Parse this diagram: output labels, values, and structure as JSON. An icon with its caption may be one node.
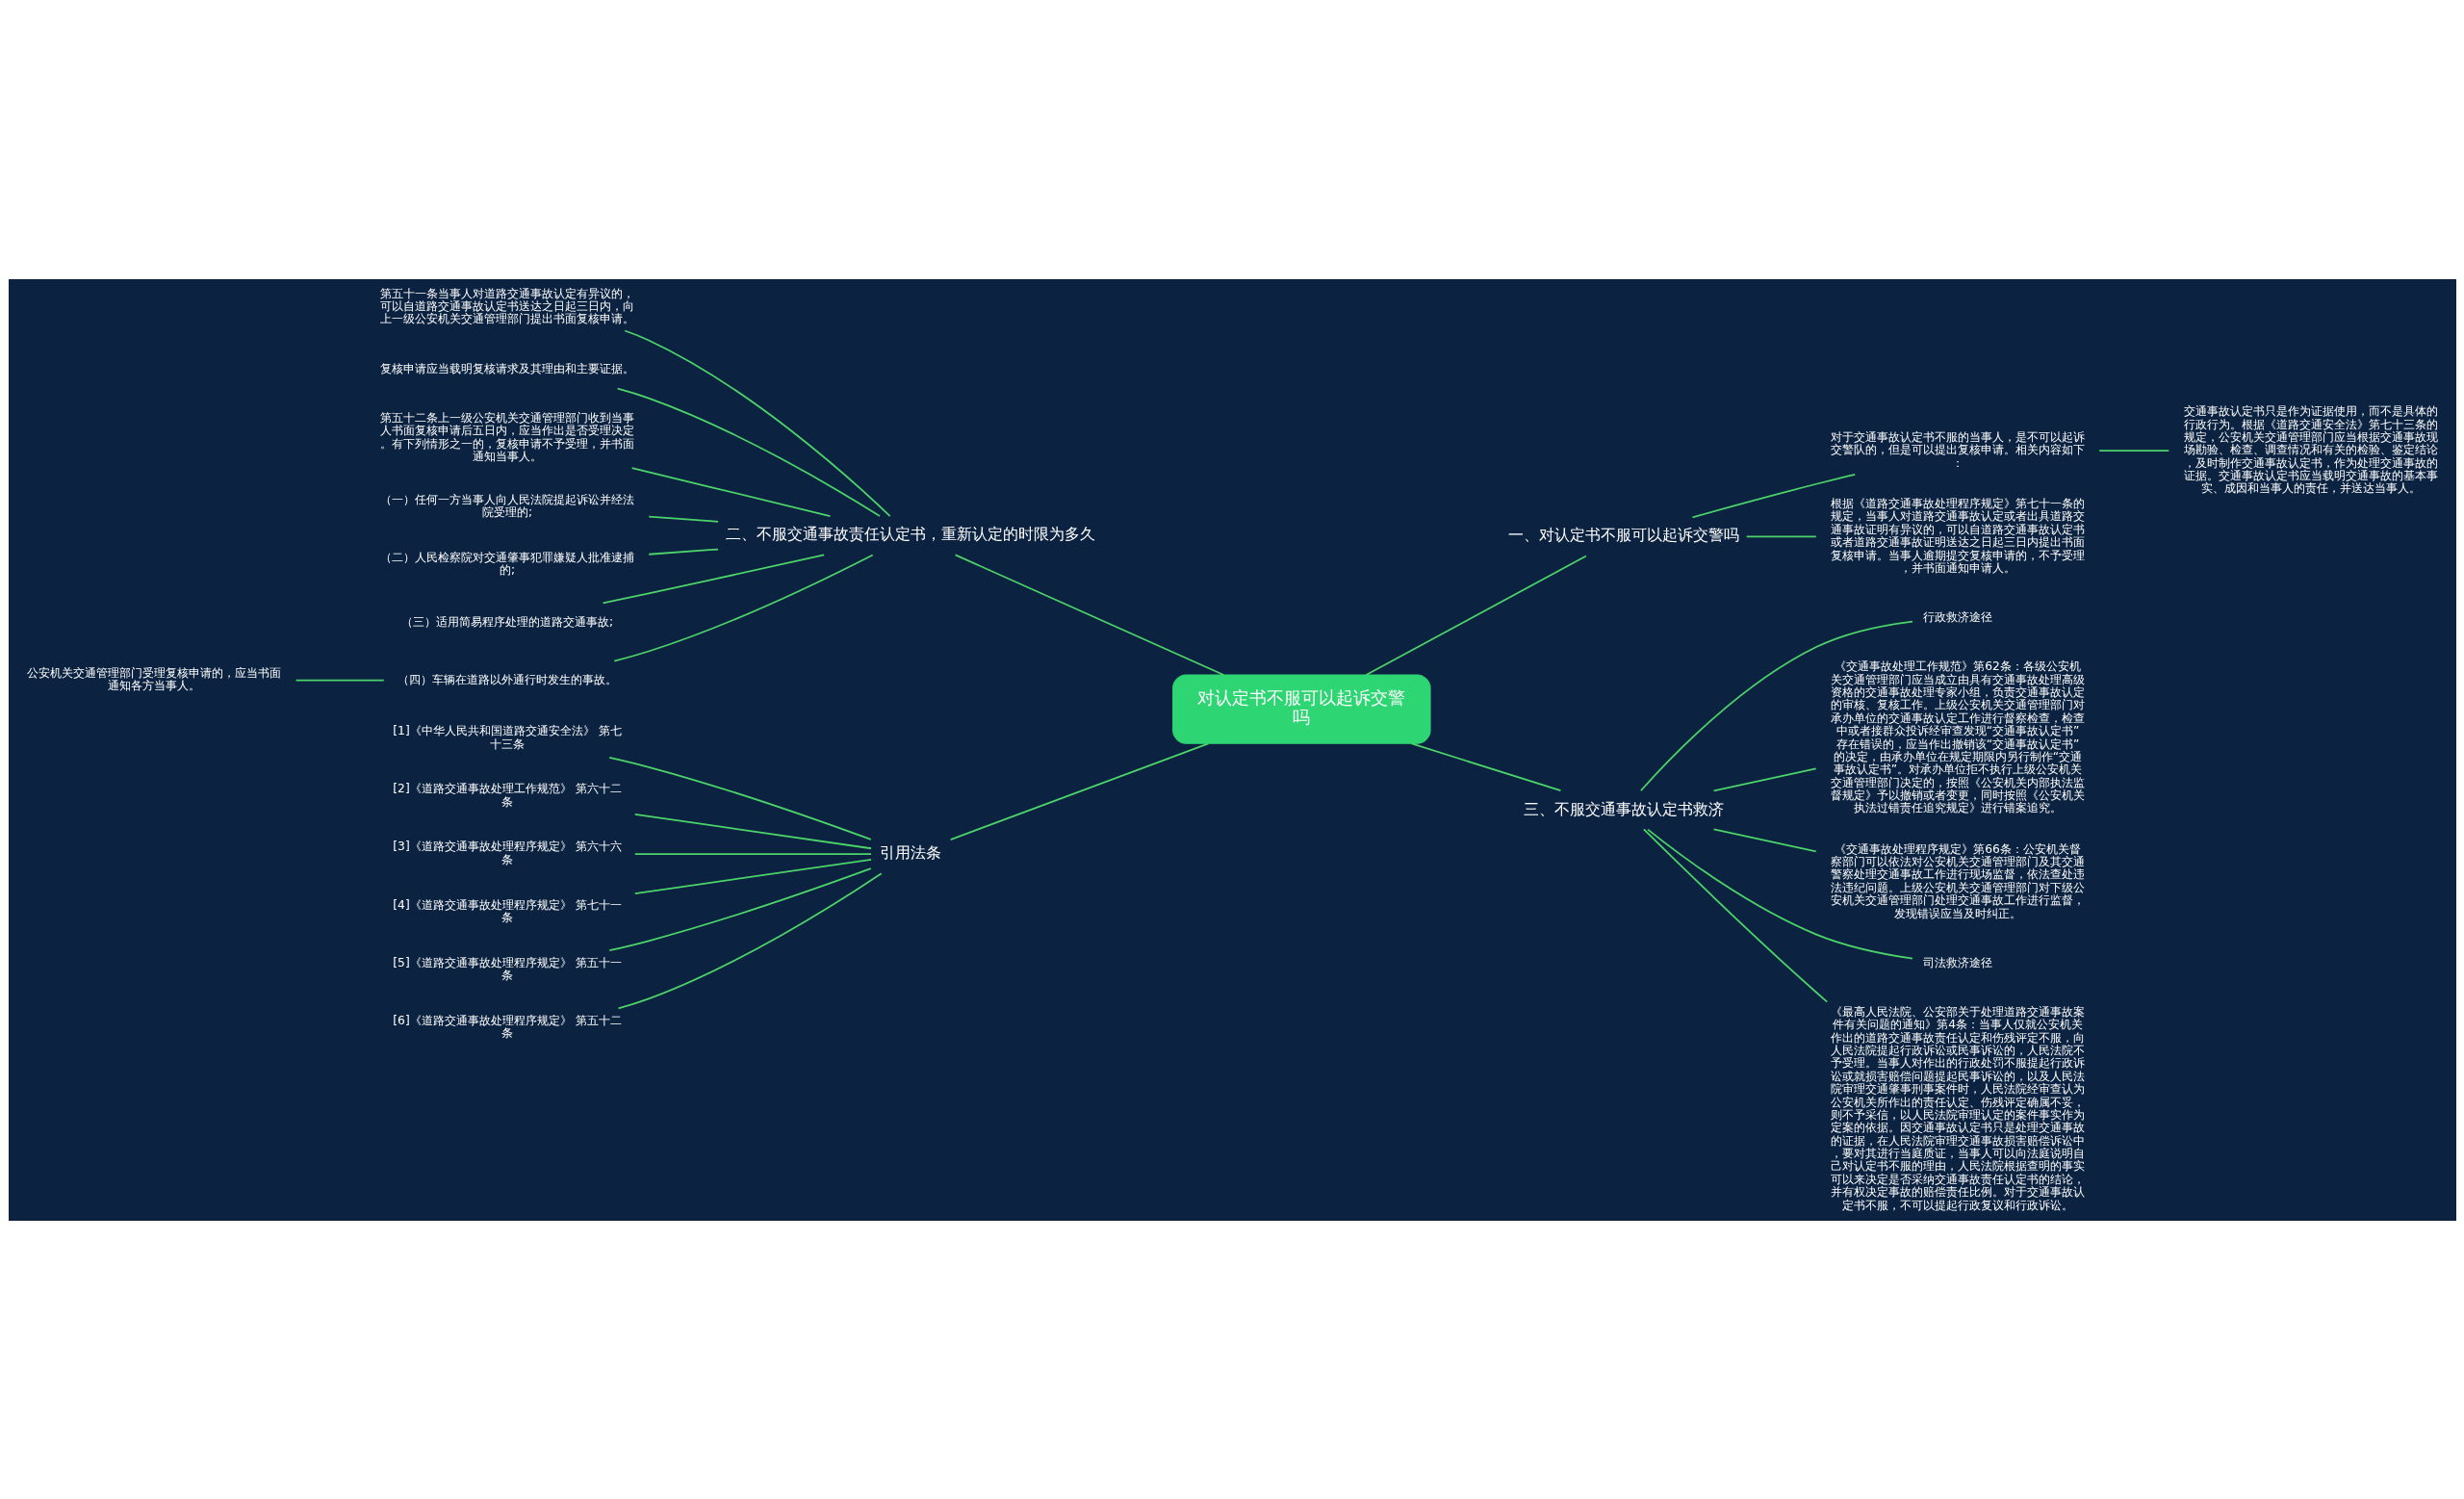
{
  "diagram": {
    "nodes": [
      {
        "text": [
          "对认定书不服可以起诉交警吗"
        ]
      },
      {
        "text": [
          "一、对认定书不服可以起诉交警吗"
        ]
      },
      {
        "text": [
          "对于交通事故认定书不服的当事人，是不可以起诉交警队的，但是可以提出复核申请。相关内容如下："
        ]
      },
      {
        "text": [
          "交通事故认定书只是作为证据使用，而不是具体的行政行为。根据《道路交通安全法》第七十三条的规定，公安机关交通管理部门应当根据交通事故现场勘验、检查、调查情况和有关的检验、鉴定结论，及时制作交通事故认定书，作为处理交通事故的证据。交通事故认定书应当载明交通事故的基本事实、成因和当事人的责任，并送达当事人。"
        ]
      },
      {
        "text": [
          "根据《道路交通事故处理程序规定》第七十一条的规定，当事人对道路交通事故认定或者出具道路交通事故证明有异议的，可以自道路交通事故认定书或者道路交通事故证明送达之日起三日内提出书面复核申请。当事人逾期提交复核申请的，不予受理，并书面通知申请人。"
        ]
      },
      {
        "text": [
          "二、不服交通事故责任认定书，重新认定的时限为多久"
        ]
      },
      {
        "text": [
          "第五十一条当事人对道路交通事故认定有异议的，可以自道路交通事故认定书送达之日起三日内，向上一级公安机关交通管理部门提出书面复核申请。"
        ]
      },
      {
        "text": [
          "复核申请应当载明复核请求及其理由和主要证据。"
        ]
      },
      {
        "text": [
          "第五十二条上一级公安机关交通管理部门收到当事人书面复核申请后五日内，应当作出是否受理决定。有下列情形之一的，复核申请不予受理，并书面通知当事人。"
        ]
      },
      {
        "text": [
          "（一）任何一方当事人向人民法院提起诉讼并经法院受理的;"
        ]
      },
      {
        "text": [
          "（二）人民检察院对交通肇事犯罪嫌疑人批准逮捕的;"
        ]
      },
      {
        "text": [
          "（三）适用简易程序处理的道路交通事故;"
        ]
      },
      {
        "text": [
          "（四）车辆在道路以外通行时发生的事故。"
        ]
      },
      {
        "text": [
          "公安机关交通管理部门受理复核申请的，应当书面通知各方当事人。"
        ]
      },
      {
        "text": [
          "引用法条"
        ]
      },
      {
        "text": [
          "[1]《中华人民共和国道路交通安全法》 第七十三条"
        ]
      },
      {
        "text": [
          "[2]《道路交通事故处理工作规范》 第六十二条"
        ]
      },
      {
        "text": [
          "[3]《道路交通事故处理程序规定》 第六十六条"
        ]
      },
      {
        "text": [
          "[4]《道路交通事故处理程序规定》 第七十一条"
        ]
      },
      {
        "text": [
          "[5]《道路交通事故处理程序规定》 第五十一条"
        ]
      },
      {
        "text": [
          "[6]《道路交通事故处理程序规定》 第五十二条"
        ]
      },
      {
        "text": [
          "三、不服交通事故认定书救济"
        ]
      },
      {
        "text": [
          "行政救济途径"
        ]
      },
      {
        "text": [
          "《交通事故处理工作规范》第62条：各级公安机关交通管理部门应当成立由具有交通事故处理高级资格的交通事故处理专家小组，负责交通事故认定的审核、复核工作。上级公安机关交通管理部门对承办单位的交通事故认定工作进行督察检查，检查中或者接群众投诉经审查发现“交通事故认定书”存在错误的，应当作出撤销该“交通事故认定书”的决定，由承办单位在规定期限内另行制作“交通事故认定书”。对承办单位拒不执行上级公安机关交通管理部门决定的，按照《公安机关内部执法监督规定》予以撤销或者变更，同时按照《公安机关执法过错责任追究规定》进行错案追究。"
        ]
      },
      {
        "text": [
          "《交通事故处理程序规定》第66条：公安机关督察部门可以依法对公安机关交通管理部门及其交通警察处理交通事故工作进行现场监督，依法查处违法违纪问题。上级公安机关交通管理部门对下级公安机关交通管理部门处理交通事故工作进行监督，发现错误应当及时纠正。"
        ]
      },
      {
        "text": [
          "司法救济途径"
        ]
      },
      {
        "text": [
          "《最高人民法院、公安部关于处理道路交通事故案件有关问题的通知》第4条：当事人仅就公安机关作出的道路交通事故责任认定和伤残评定不服，向人民法院提起行政诉讼或民事诉讼的，人民法院不予受理。当事人对作出的行政处罚不服提起行政诉讼或就损害赔偿问题提起民事诉讼的，以及人民法院审理交通肇事刑事案件时，人民法院经审查认为公安机关所作出的责任认定、伤残评定确属不妥，则不予采信，以人民法院审理认定的案件事实作为定案的依据。因交通事故认定书只是处理交通事故的证据，在人民法院审理交通事故损害赔偿诉讼中，要对其进行当庭质证，当事人可以向法庭说明自己对认定书不服的理由，人民法院根据查明的事实可以来决定是否采纳交通事故责任认定书的结论，并有权决定事故的赔偿责任比例。对于交通事故认定书不服，不可以提起行政复议和行政诉讼。"
        ]
      }
    ],
    "edges": [
      {
        "from": 0,
        "to": 1,
        "arrow": "none"
      },
      {
        "from": 1,
        "to": 2,
        "arrow": "none"
      },
      {
        "from": 2,
        "to": 3,
        "arrow": "none"
      },
      {
        "from": 1,
        "to": 4,
        "arrow": "none"
      },
      {
        "from": 0,
        "to": 5,
        "arrow": "none"
      },
      {
        "from": 5,
        "to": 6,
        "arrow": "none"
      },
      {
        "from": 5,
        "to": 7,
        "arrow": "none"
      },
      {
        "from": 5,
        "to": 8,
        "arrow": "none"
      },
      {
        "from": 5,
        "to": 9,
        "arrow": "none"
      },
      {
        "from": 5,
        "to": 10,
        "arrow": "none"
      },
      {
        "from": 5,
        "to": 11,
        "arrow": "none"
      },
      {
        "from": 5,
        "to": 12,
        "arrow": "none"
      },
      {
        "from": 12,
        "to": 13,
        "arrow": "none"
      },
      {
        "from": 0,
        "to": 14,
        "arrow": "none"
      },
      {
        "from": 14,
        "to": 15,
        "arrow": "none"
      },
      {
        "from": 14,
        "to": 16,
        "arrow": "none"
      },
      {
        "from": 14,
        "to": 17,
        "arrow": "none"
      },
      {
        "from": 14,
        "to": 18,
        "arrow": "none"
      },
      {
        "from": 14,
        "to": 19,
        "arrow": "none"
      },
      {
        "from": 14,
        "to": 20,
        "arrow": "none"
      },
      {
        "from": 0,
        "to": 21,
        "arrow": "none"
      },
      {
        "from": 21,
        "to": 22,
        "arrow": "none"
      },
      {
        "from": 21,
        "to": 23,
        "arrow": "none"
      },
      {
        "from": 21,
        "to": 24,
        "arrow": "none"
      },
      {
        "from": 21,
        "to": 25,
        "arrow": "none"
      },
      {
        "from": 21,
        "to": 26,
        "arrow": "none"
      }
    ]
  }
}
